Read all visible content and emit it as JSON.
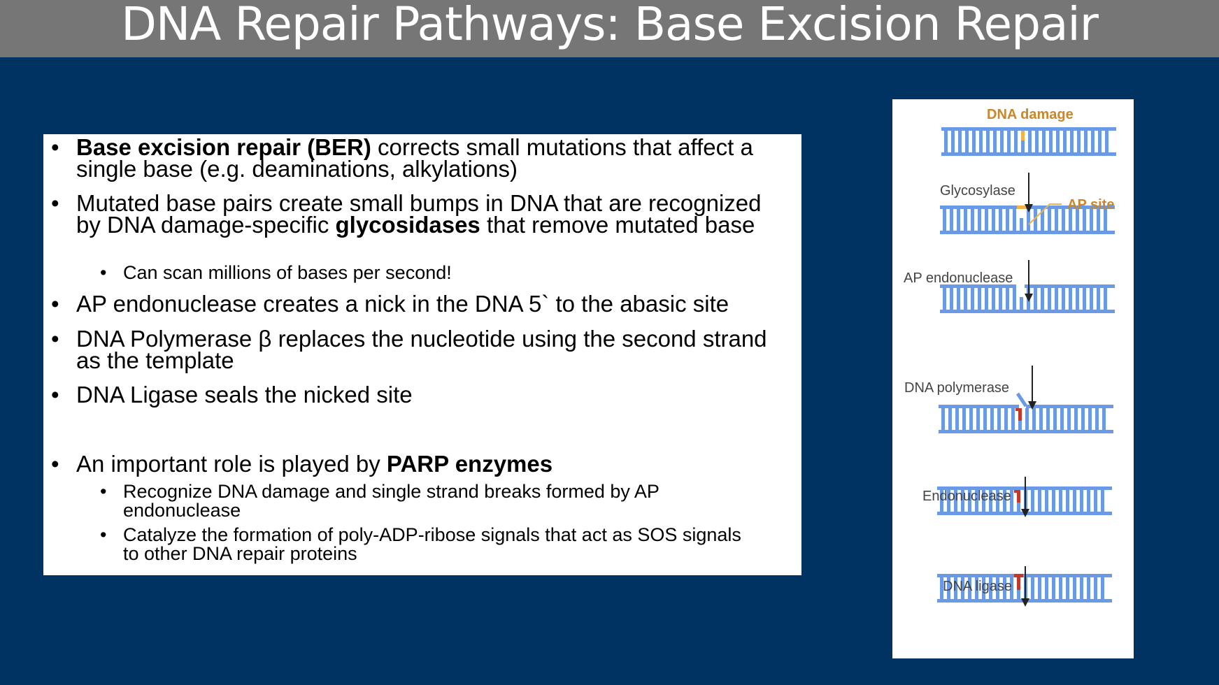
{
  "slide": {
    "title": "DNA Repair Pathways: Base Excision Repair"
  },
  "bullets": {
    "b1_bold": "Base excision repair (BER)",
    "b1_rest": " corrects small mutations that affect a single base (e.g. deaminations, alkylations)",
    "b2_pre": "Mutated base pairs create small bumps in DNA that are recognized by DNA damage-specific ",
    "b2_bold": "glycosidases",
    "b2_post": " that remove mutated base",
    "b2_sub1": "Can scan millions of bases per second!",
    "b3": "AP endonuclease creates a nick in the DNA 5` to the abasic site",
    "b4": "DNA Polymerase β replaces the nucleotide using the second strand as the template",
    "b5": "DNA Ligase seals the nicked site",
    "b6_pre": "An important role is played by ",
    "b6_bold": "PARP enzymes",
    "b6_sub1": "Recognize DNA  damage and single strand breaks formed by AP endonuclease",
    "b6_sub2": "Catalyze the formation of poly-ADP-ribose signals that act as SOS signals to other DNA repair proteins"
  },
  "diagram": {
    "damage_label": "DNA damage",
    "ap_site_label": "AP site",
    "step1": "Glycosylase",
    "step2": "AP endonuclease",
    "step3": "DNA polymerase",
    "step4": "Endonuclease",
    "step5": "DNA ligase",
    "colors": {
      "strand": "#6a9ae6",
      "damage": "#f2b24a",
      "label_orange": "#c9862b",
      "repair": "#c0392b",
      "arrow": "#222222"
    }
  }
}
